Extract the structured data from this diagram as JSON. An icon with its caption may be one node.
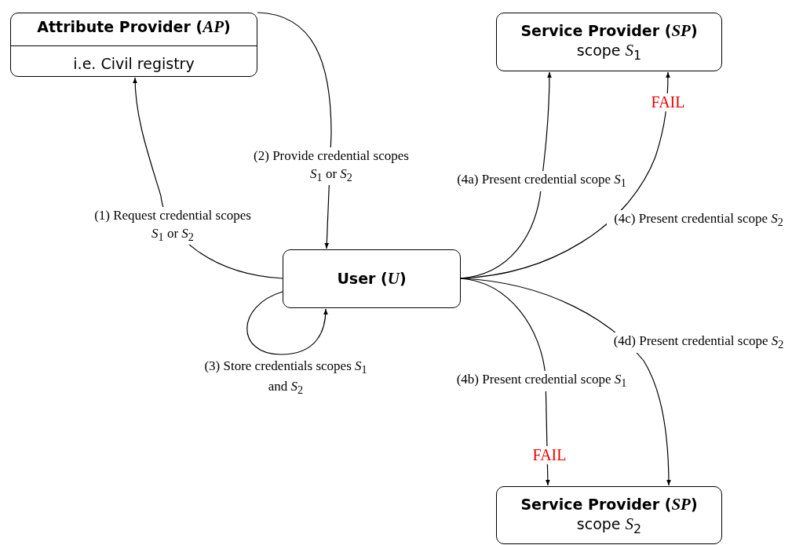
{
  "diagram": {
    "nodes": [
      {
        "text": [
          "Attribute Provider (*AP*)",
          "i.e. Civil registry"
        ]
      },
      {
        "text": [
          "Service Provider (*SP*)",
          "scope *S*$_{1}$"
        ]
      },
      {
        "text": [
          "User (*U*)"
        ]
      },
      {
        "text": [
          "Service Provider (*SP*)",
          "scope *S*$_{2}$"
        ]
      }
    ],
    "edges": [
      {
        "from": 2,
        "to": 0,
        "arrow": "to",
        "label": "(1) Request credential scopes *S*$_{1}$ or *S*$_{2}$"
      },
      {
        "from": 0,
        "to": 2,
        "arrow": "to",
        "label": "(2) Provide credential scopes *S*$_{1}$ or *S*$_{2}$"
      },
      {
        "from": 2,
        "to": 2,
        "arrow": "to",
        "label": "(3) Store credentials scopes *S*$_{1}$ and *S*$_{2}$"
      },
      {
        "from": 2,
        "to": 1,
        "arrow": "to",
        "label": "(4a) Present credential scope *S*$_{1}$"
      },
      {
        "from": 2,
        "to": 1,
        "arrow": "to",
        "label": "(4c) Present credential scope *S*$_{2}$"
      },
      {
        "from": 2,
        "to": 3,
        "arrow": "to",
        "label": "(4b) Present credential scope *S*$_{1}$"
      },
      {
        "from": 2,
        "to": 3,
        "arrow": "to",
        "label": "(4d) Present credential scope *S*$_{2}$"
      }
    ],
    "labels": [
      "FAIL",
      "FAIL"
    ]
  }
}
